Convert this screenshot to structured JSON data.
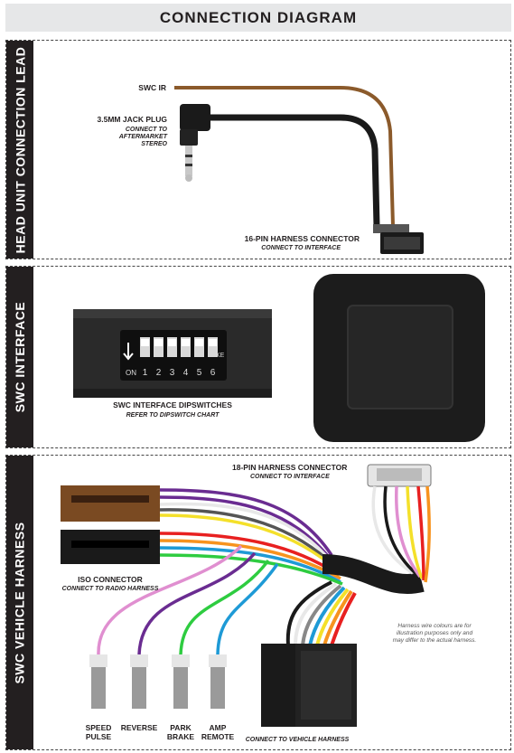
{
  "title": "CONNECTION DIAGRAM",
  "sections": {
    "head_unit": {
      "tab": "HEAD UNIT CONNECTION LEAD",
      "swc_ir": "SWC IR",
      "jack_title": "3.5MM JACK PLUG",
      "jack_sub1": "CONNECT TO",
      "jack_sub2": "AFTERMARKET",
      "jack_sub3": "STEREO",
      "harness_title": "16-PIN HARNESS CONNECTOR",
      "harness_sub": "CONNECT TO INTERFACE"
    },
    "interface": {
      "tab": "SWC INTERFACE",
      "on_label": "ON",
      "ke_label": "KE",
      "dip_numbers": [
        "1",
        "2",
        "3",
        "4",
        "5",
        "6"
      ],
      "dip_title": "SWC INTERFACE DIPSWITCHES",
      "dip_sub": "REFER TO DIPSWITCH CHART"
    },
    "vehicle": {
      "tab": "SWC VEHICLE HARNESS",
      "harness18_title": "18-PIN HARNESS CONNECTOR",
      "harness18_sub": "CONNECT TO INTERFACE",
      "iso_title": "ISO CONNECTOR",
      "iso_sub": "CONNECT TO RADIO HARNESS",
      "note_line1": "Harness wire colours are for",
      "note_line2": "illustration purposes only and",
      "note_line3": "may differ to the actual harness.",
      "speed1": "SPEED",
      "speed2": "PULSE",
      "reverse": "REVERSE",
      "park1": "PARK",
      "park2": "BRAKE",
      "amp1": "AMP",
      "amp2": "REMOTE",
      "vehicle_sub": "CONNECT TO VEHICLE HARNESS"
    }
  },
  "colors": {
    "tab_bg": "#231f20",
    "title_bg": "#e6e7e8",
    "wire_brown": "#8b5a2b",
    "wire_purple": "#6a2c91",
    "wire_pink": "#e08fd0",
    "wire_green": "#2ecc40",
    "wire_blue": "#1e9ad6",
    "wire_yellow": "#f4e02a",
    "wire_red": "#e82020",
    "wire_orange": "#f7931e"
  }
}
